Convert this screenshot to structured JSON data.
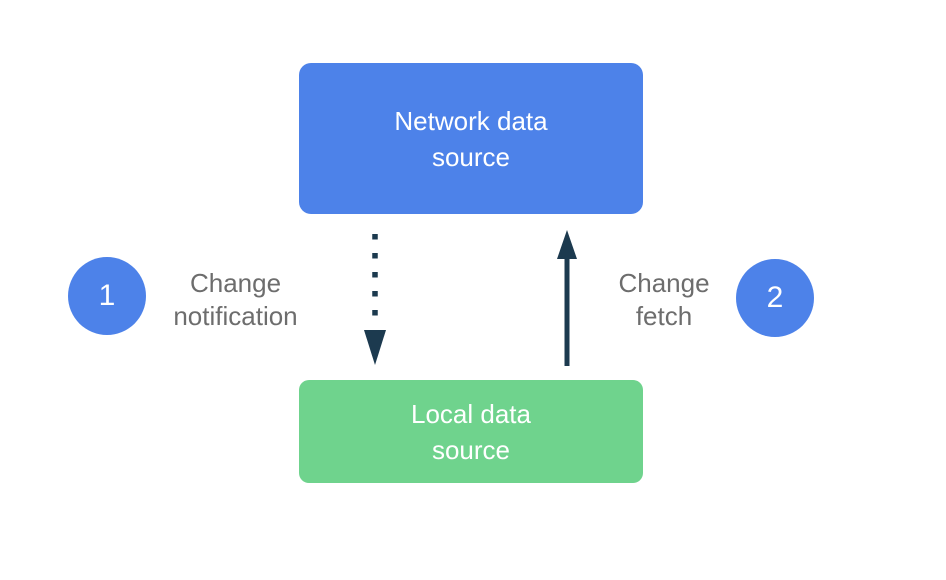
{
  "diagram": {
    "network_node": {
      "lines": [
        "Network data",
        "source"
      ]
    },
    "local_node": {
      "lines": [
        "Local data",
        "source"
      ]
    },
    "step1": {
      "number": "1",
      "lines": [
        "Change",
        "notification"
      ]
    },
    "step2": {
      "number": "2",
      "lines": [
        "Change",
        "fetch"
      ]
    },
    "colors": {
      "network_node_bg": "#4d82e9",
      "local_node_bg": "#6fd38d",
      "badge_bg": "#4d82e9",
      "arrow": "#1c3a4f",
      "annotation_text": "#6d6d6d",
      "node_text": "#ffffff",
      "background": "#ffffff"
    }
  }
}
